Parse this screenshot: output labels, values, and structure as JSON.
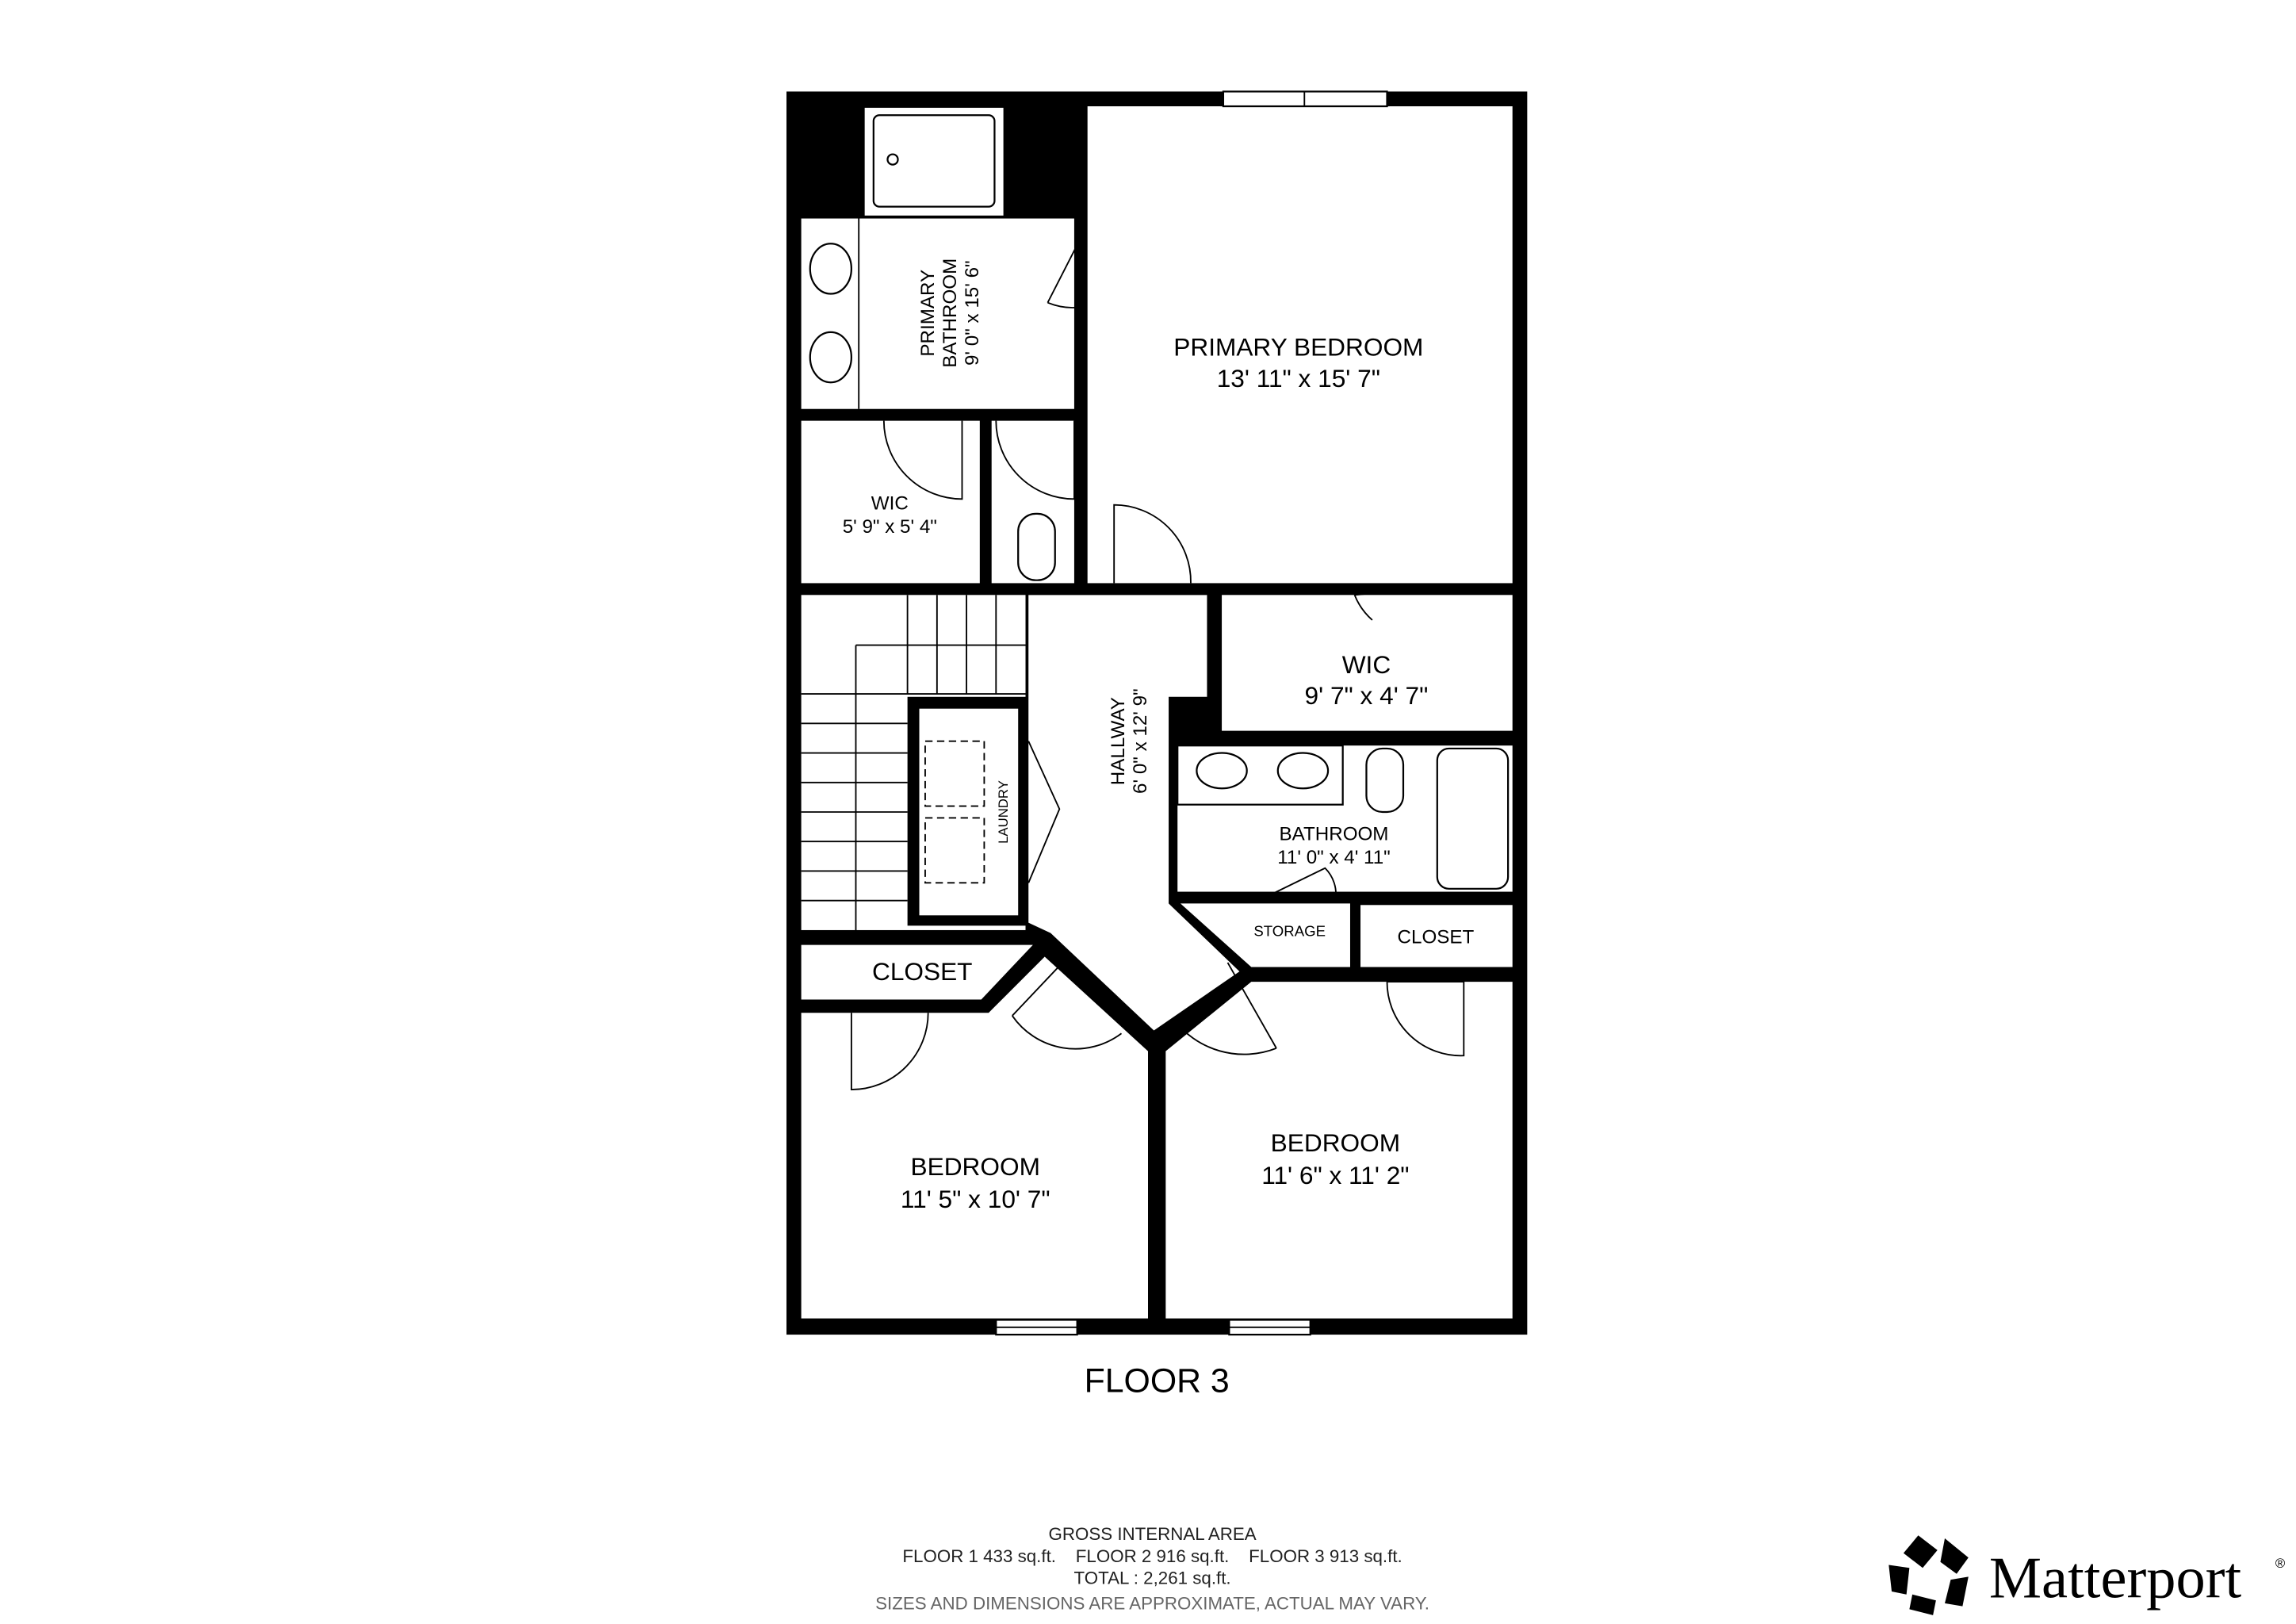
{
  "floor_label": "FLOOR 3",
  "rooms": {
    "primary_bedroom": {
      "name": "PRIMARY BEDROOM",
      "dims": "13' 11\" x 15' 7\""
    },
    "primary_bathroom": {
      "name_line1": "PRIMARY",
      "name_line2": "BATHROOM",
      "dims": "9' 0\" x 15' 6\""
    },
    "wic_left": {
      "name": "WIC",
      "dims": "5' 9\" x 5' 4\""
    },
    "wic_right": {
      "name": "WIC",
      "dims": "9' 7\" x 4' 7\""
    },
    "hallway": {
      "name": "HALLWAY",
      "dims": "6' 0\" x 12' 9\""
    },
    "laundry": {
      "name": "LAUNDRY"
    },
    "bathroom": {
      "name": "BATHROOM",
      "dims": "11' 0\" x 4' 11\""
    },
    "storage": {
      "name": "STORAGE"
    },
    "closet_right": {
      "name": "CLOSET"
    },
    "closet_left": {
      "name": "CLOSET"
    },
    "bedroom_left": {
      "name": "BEDROOM",
      "dims": "11' 5\" x 10' 7\""
    },
    "bedroom_right": {
      "name": "BEDROOM",
      "dims": "11' 6\" x 11' 2\""
    }
  },
  "footer": {
    "title": "GROSS INTERNAL AREA",
    "floors": "FLOOR 1 433 sq.ft.    FLOOR 2 916 sq.ft.    FLOOR 3 913 sq.ft.",
    "total": "TOTAL :  2,261 sq.ft.",
    "disclaimer": "SIZES AND DIMENSIONS ARE APPROXIMATE, ACTUAL MAY VARY."
  },
  "logo": {
    "text": "Matterport",
    "mark": "®"
  }
}
